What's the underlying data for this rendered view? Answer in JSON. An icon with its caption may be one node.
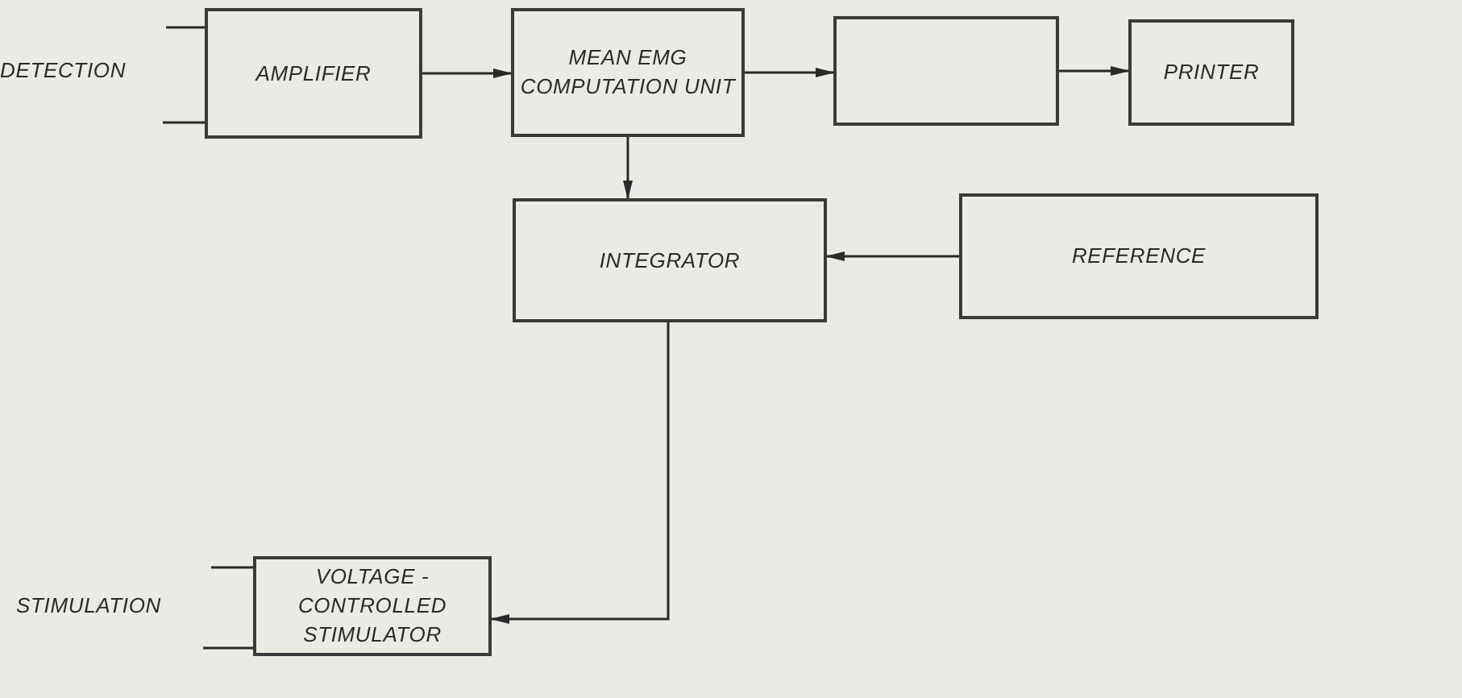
{
  "diagram": {
    "nodes": [
      {
        "text": [
          "AMPLIFIER"
        ]
      },
      {
        "text": [
          "MEAN EMG COMPUTATION UNIT"
        ]
      },
      {
        "text": [],
        "shape": "box"
      },
      {
        "text": [
          "PRINTER"
        ]
      },
      {
        "text": [
          "INTEGRATOR"
        ]
      },
      {
        "text": [
          "REFERENCE"
        ]
      },
      {
        "text": [
          "VOLTAGE - CONTROLLED STIMULATOR"
        ]
      }
    ],
    "edges": [
      {
        "from": 0,
        "to": 1,
        "arrow": "to"
      },
      {
        "from": 1,
        "to": 2,
        "arrow": "to"
      },
      {
        "from": 2,
        "to": 3,
        "arrow": "to"
      },
      {
        "from": 1,
        "to": 4,
        "arrow": "to"
      },
      {
        "from": 5,
        "to": 4,
        "arrow": "to"
      },
      {
        "from": 4,
        "to": 6,
        "arrow": "to"
      }
    ],
    "labels": [
      "DETECTION",
      "STIMULATION"
    ]
  }
}
